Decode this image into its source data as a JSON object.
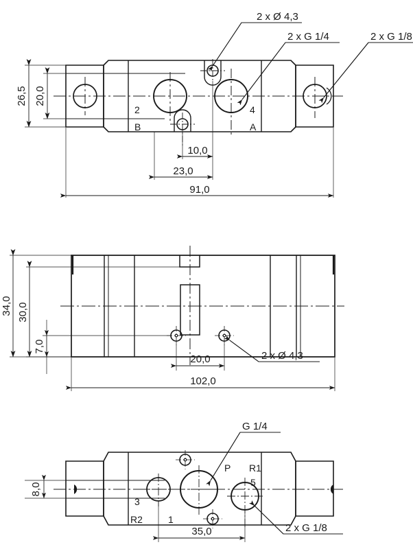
{
  "drawing": {
    "title": "Pneumatic valve technical drawing",
    "line_color": "#1a1a1a",
    "background": "#ffffff"
  },
  "views": {
    "top": {
      "name": "top-view",
      "dimensions": {
        "height_overall": "26,5",
        "height_inner": "20,0",
        "hole_spacing_small": "10,0",
        "hole_spacing_mid": "23,0",
        "length": "91,0"
      },
      "leaders": [
        {
          "label": "2 x Ø 4,3"
        },
        {
          "label": "2 x G 1/4"
        },
        {
          "label": "2 x G 1/8"
        }
      ],
      "ports": [
        {
          "label": "2"
        },
        {
          "label": "B"
        },
        {
          "label": "4"
        },
        {
          "label": "A"
        }
      ]
    },
    "middle": {
      "name": "side-view",
      "dimensions": {
        "height_overall": "34,0",
        "height_inner": "30,0",
        "height_low": "7,0",
        "hole_spacing": "20,0",
        "length": "102,0"
      },
      "leaders": [
        {
          "label": "2 x Ø 4,3"
        }
      ]
    },
    "bottom": {
      "name": "bottom-view",
      "dimensions": {
        "offset": "8,0",
        "hole_spacing": "35,0"
      },
      "leaders": [
        {
          "label": "G 1/4"
        },
        {
          "label": "2 x G 1/8"
        }
      ],
      "ports": [
        {
          "label": "P"
        },
        {
          "label": "R1"
        },
        {
          "label": "5"
        },
        {
          "label": "3"
        },
        {
          "label": "R2"
        },
        {
          "label": "1"
        }
      ]
    }
  }
}
